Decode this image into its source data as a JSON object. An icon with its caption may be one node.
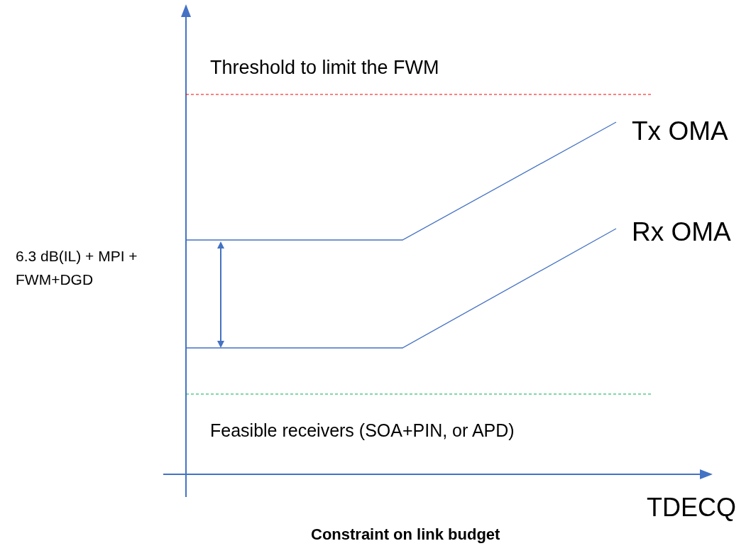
{
  "diagram": {
    "caption": "Constraint on link budget",
    "labels": [
      "Threshold to limit the FWM",
      "Tx OMA",
      "Rx OMA",
      "6.3 dB(IL) + MPI + FWM+DGD",
      "Feasible receivers (SOA+PIN, or APD)",
      "TDECQ"
    ]
  }
}
